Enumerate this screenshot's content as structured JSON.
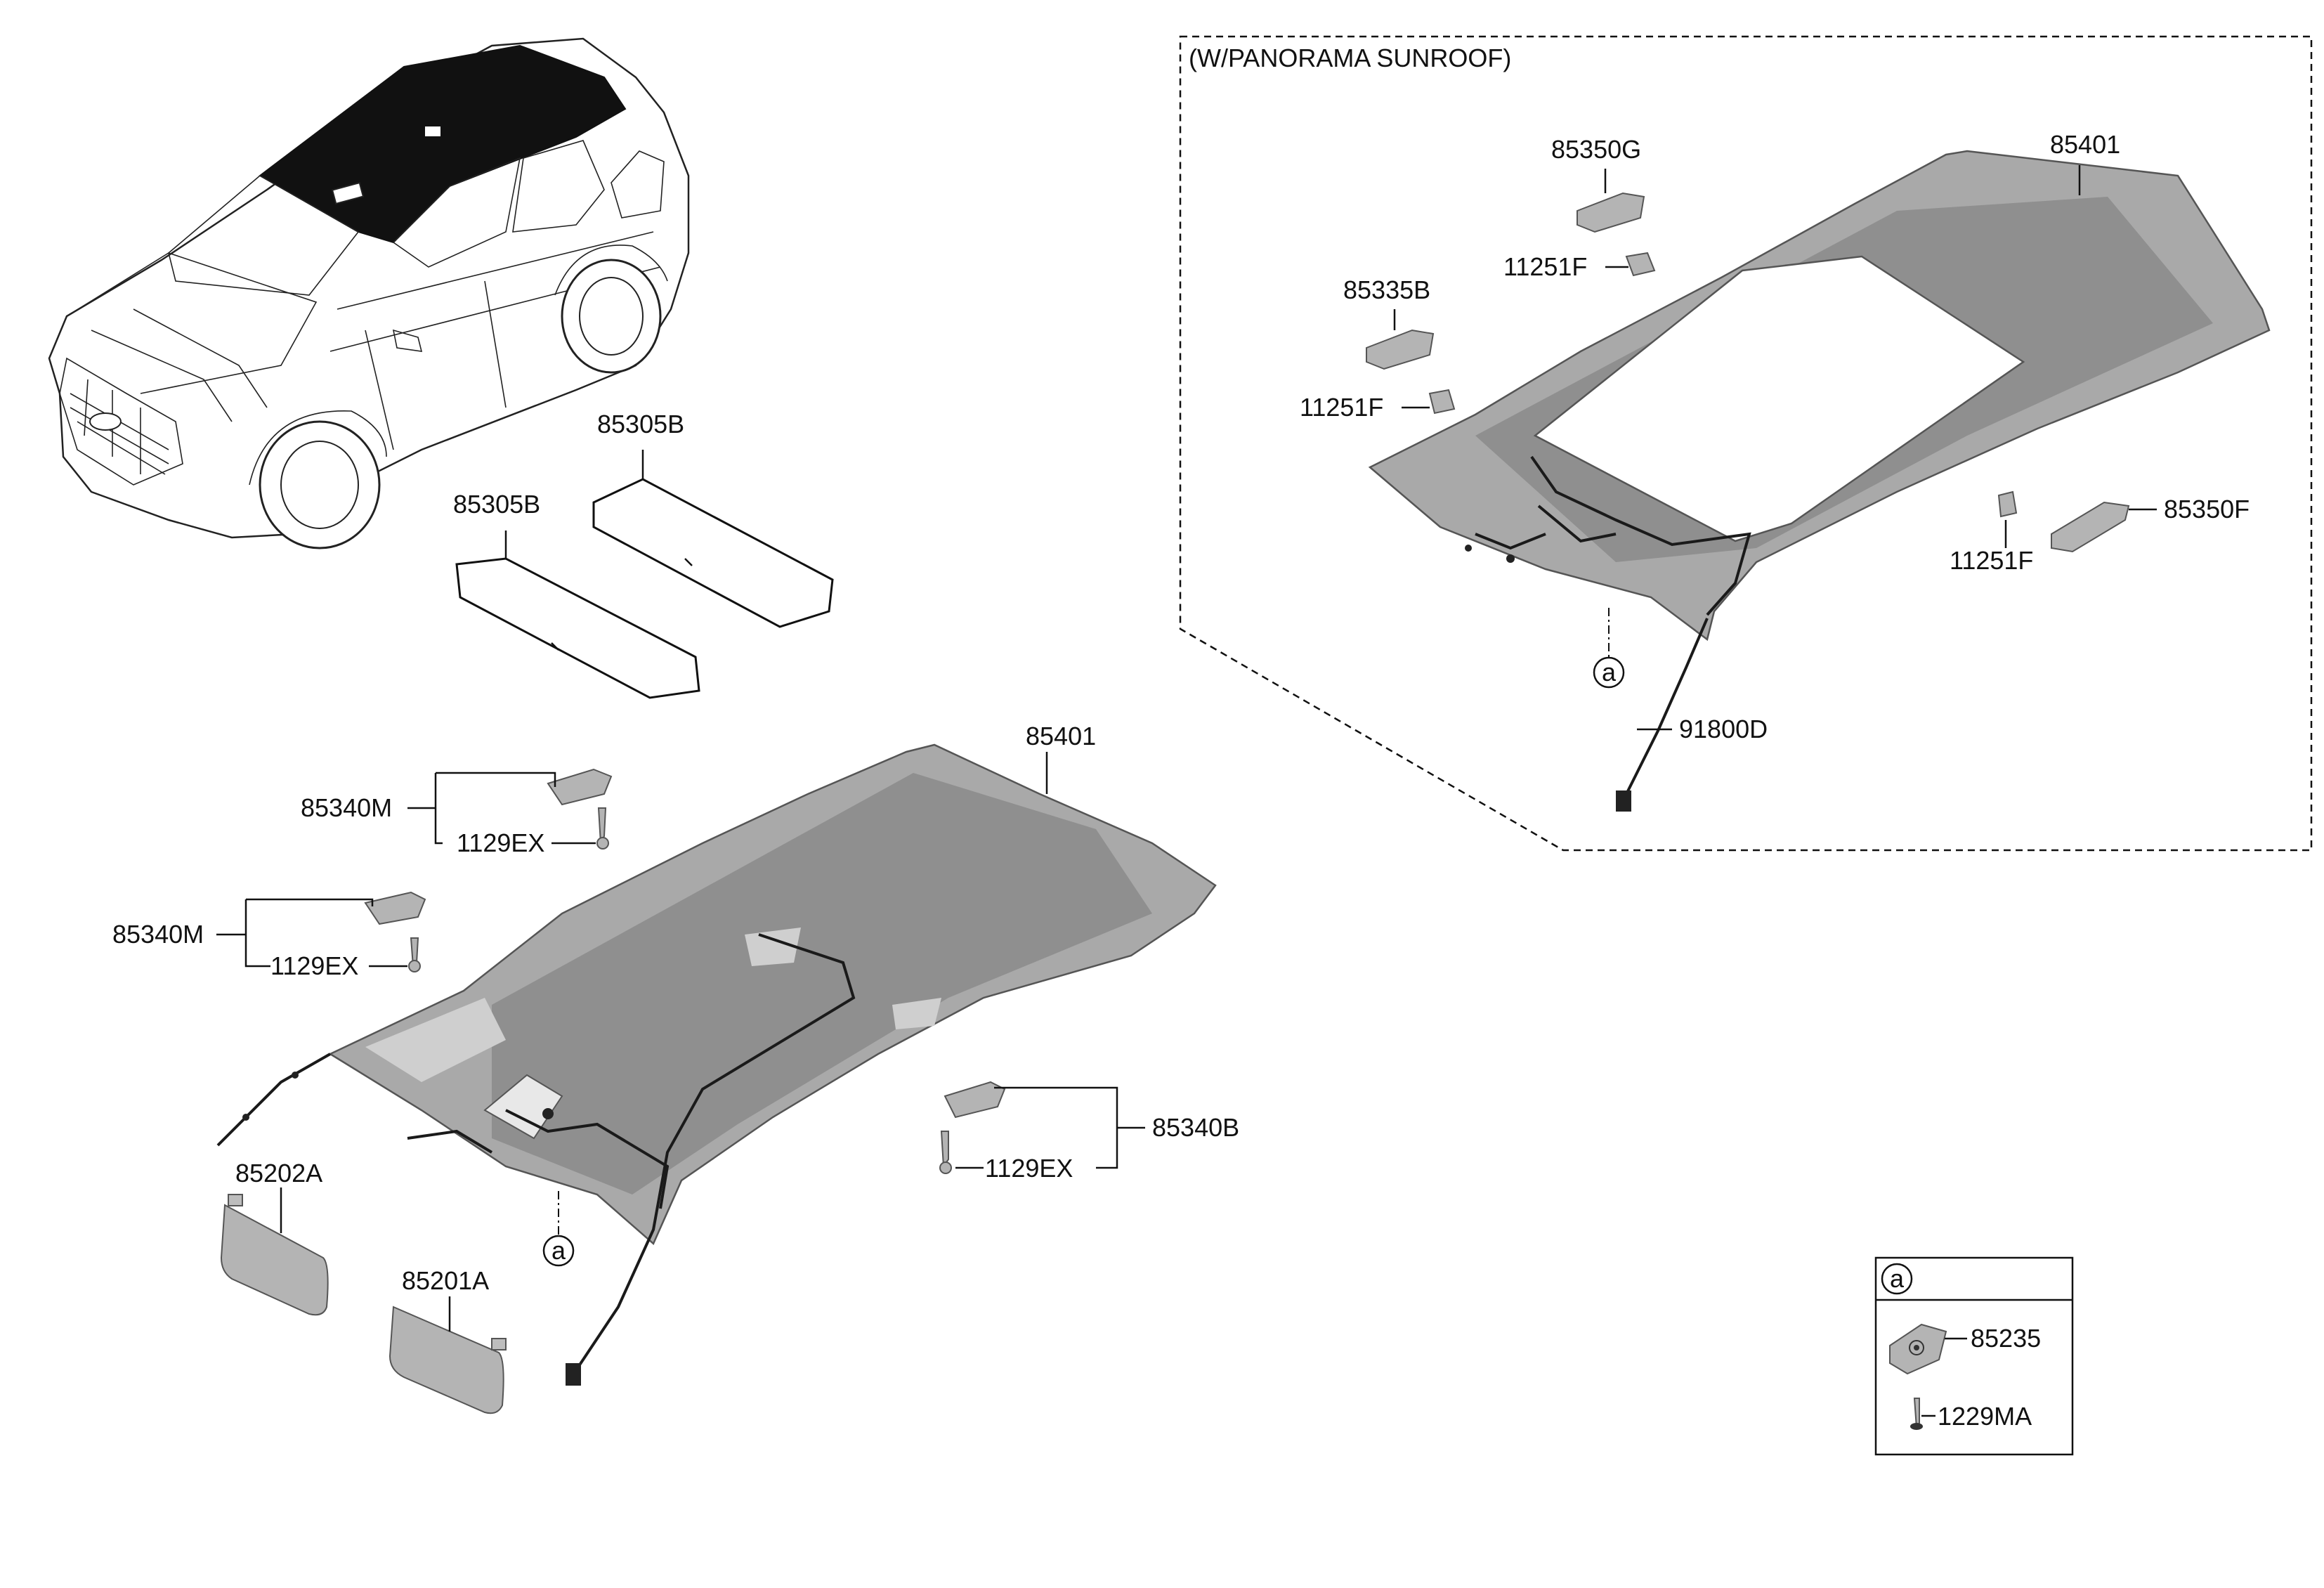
{
  "variant_box": {
    "title": "(W/PANORAMA SUNROOF)"
  },
  "labels": {
    "sunroof_headlining": "85401",
    "sunroof_bracket_g": "85350G",
    "sunroof_bracket_b": "85335B",
    "sunroof_bracket_f": "85350F",
    "sunroof_bolt_1": "11251F",
    "sunroof_bolt_2": "11251F",
    "sunroof_bolt_3": "11251F",
    "sunroof_wiring": "91800D",
    "sunroof_ref_a": "a",
    "pad_1": "85305B",
    "pad_2": "85305B",
    "headlining": "85401",
    "grip_upper": "85340M",
    "grip_upper_screw": "1129EX",
    "grip_middle": "85340M",
    "grip_middle_screw": "1129EX",
    "grip_right": "85340B",
    "grip_right_screw": "1129EX",
    "visor_left": "85202A",
    "visor_right": "85201A",
    "main_ref_a": "a"
  },
  "detail_box": {
    "ref": "a",
    "lamp": "85235",
    "screw": "1229MA"
  }
}
